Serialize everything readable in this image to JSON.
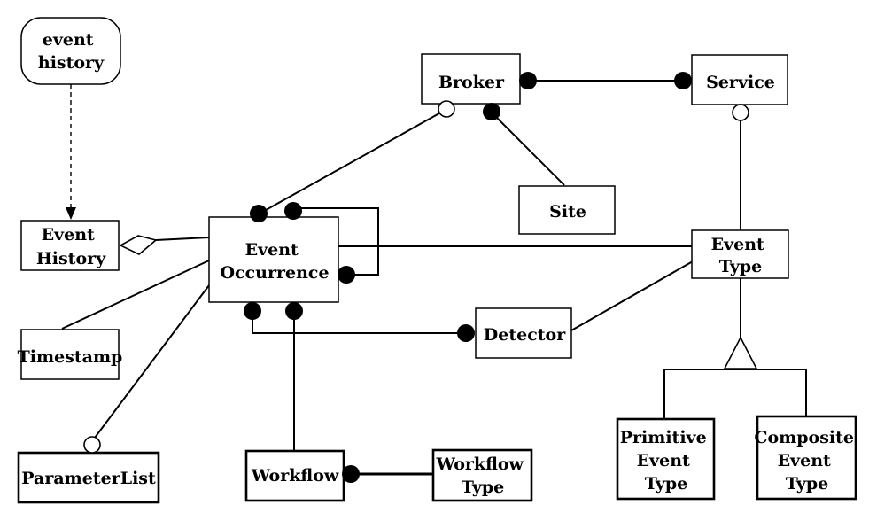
{
  "nodes": {
    "event_history_note": [
      "event",
      "history"
    ],
    "broker": [
      "Broker"
    ],
    "service": [
      "Service"
    ],
    "site": [
      "Site"
    ],
    "event_history": [
      "Event",
      "History"
    ],
    "event_occurrence": [
      "Event",
      "Occurrence"
    ],
    "event_type": [
      "Event",
      "Type"
    ],
    "timestamp": [
      "Timestamp"
    ],
    "detector": [
      "Detector"
    ],
    "parameter_list": [
      "ParameterList"
    ],
    "workflow": [
      "Workflow"
    ],
    "workflow_type": [
      "Workflow",
      "Type"
    ],
    "primitive_event_type": [
      "Primitive",
      "Event",
      "Type"
    ],
    "composite_event_type": [
      "Composite",
      "Event",
      "Type"
    ]
  }
}
